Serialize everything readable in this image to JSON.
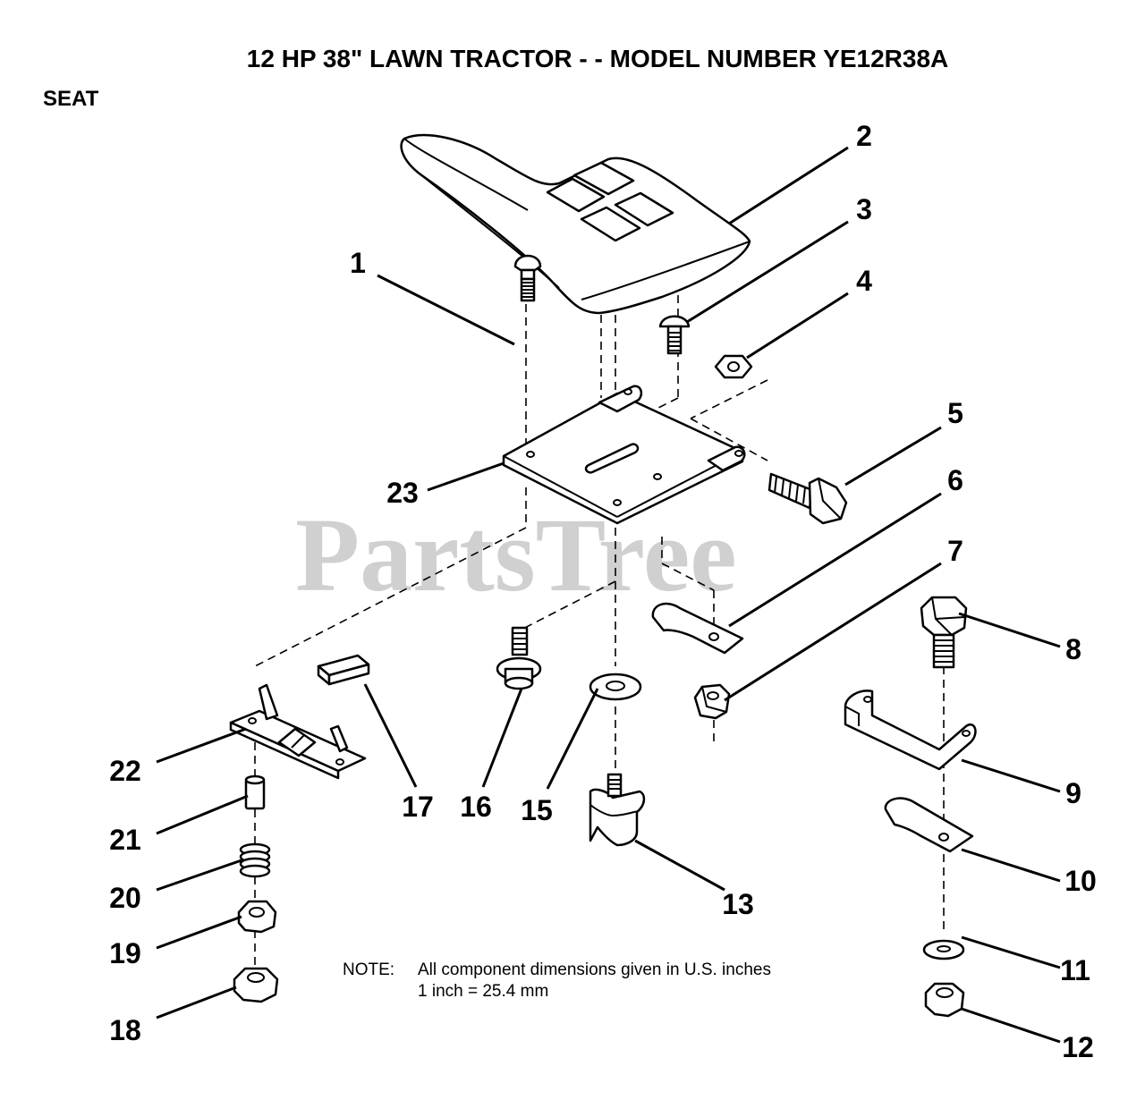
{
  "header": {
    "title": "12 HP 38\" LAWN TRACTOR - - MODEL NUMBER YE12R38A",
    "section": "SEAT"
  },
  "watermark": "PartsTree",
  "note": {
    "label": "NOTE:",
    "line1": "All component dimensions given in U.S. inches",
    "line2": "1 inch = 25.4 mm"
  },
  "callouts": [
    "1",
    "2",
    "3",
    "4",
    "5",
    "6",
    "7",
    "8",
    "9",
    "10",
    "11",
    "12",
    "13",
    "15",
    "16",
    "17",
    "18",
    "19",
    "20",
    "21",
    "22",
    "23"
  ],
  "colors": {
    "ink": "#000000",
    "watermark": "#d0d0d0",
    "background": "#ffffff"
  }
}
